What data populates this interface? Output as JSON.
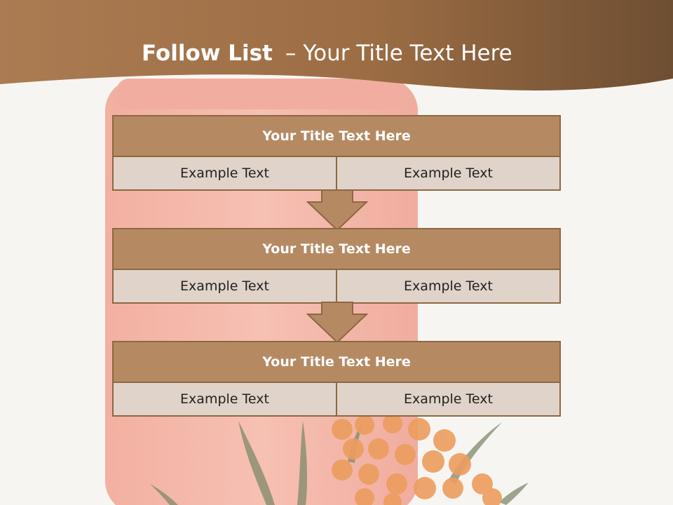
{
  "slide": {
    "title_bold": "Follow List",
    "title_separator": "–",
    "title_rest": "Your Title Text Here"
  },
  "blocks": [
    {
      "title": "Your Title Text Here",
      "cells": [
        "Example Text",
        "Example Text"
      ]
    },
    {
      "title": "Your Title Text Here",
      "cells": [
        "Example Text",
        "Example Text"
      ]
    },
    {
      "title": "Your Title Text Here",
      "cells": [
        "Example Text",
        "Example Text"
      ]
    }
  ],
  "colors": {
    "header_band": "#a06c46",
    "block_title_bg": "#b58a63",
    "cell_bg": "#e0d3c9",
    "border": "#8c6842",
    "arrow_fill": "#b58a63"
  },
  "icons": {
    "arrow": "down-arrow-icon",
    "background": "sea-buckthorn-bottle-image"
  }
}
